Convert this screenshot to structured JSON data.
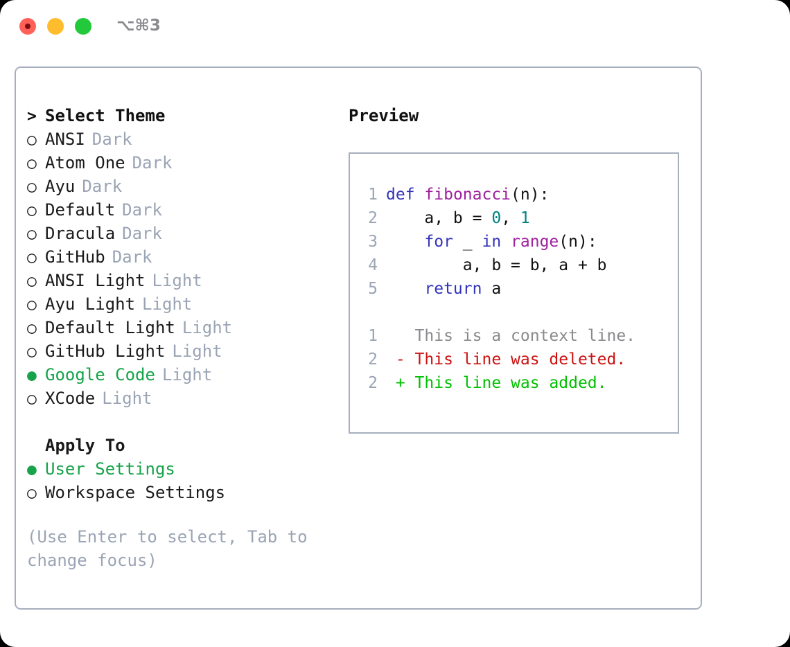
{
  "titlebar": {
    "shortcut": "⌥⌘3",
    "buttons": [
      {
        "name": "close",
        "color": "#ff6159"
      },
      {
        "name": "minimize",
        "color": "#ffbd2e"
      },
      {
        "name": "maximize",
        "color": "#22c93a"
      }
    ]
  },
  "colors": {
    "accent_green": "#16a34a",
    "muted": "#9aa4b4",
    "border": "#a7afbe",
    "diff_add": "#00c000",
    "diff_del": "#cc1111",
    "keyword": "#3333bb",
    "function": "#a020a0",
    "number": "#008080"
  },
  "theme_picker": {
    "prompt_marker": ">",
    "title": "Select Theme",
    "marker_unselected": "○",
    "marker_selected": "●",
    "items": [
      {
        "name": "ANSI",
        "variant": "Dark",
        "selected": false
      },
      {
        "name": "Atom One",
        "variant": "Dark",
        "selected": false
      },
      {
        "name": "Ayu",
        "variant": "Dark",
        "selected": false
      },
      {
        "name": "Default",
        "variant": "Dark",
        "selected": false
      },
      {
        "name": "Dracula",
        "variant": "Dark",
        "selected": false
      },
      {
        "name": "GitHub",
        "variant": "Dark",
        "selected": false
      },
      {
        "name": "ANSI Light",
        "variant": "Light",
        "selected": false
      },
      {
        "name": "Ayu Light",
        "variant": "Light",
        "selected": false
      },
      {
        "name": "Default Light",
        "variant": "Light",
        "selected": false
      },
      {
        "name": "GitHub Light",
        "variant": "Light",
        "selected": false
      },
      {
        "name": "Google Code",
        "variant": "Light",
        "selected": true
      },
      {
        "name": "XCode",
        "variant": "Light",
        "selected": false
      }
    ]
  },
  "apply_to": {
    "title": "Apply To",
    "items": [
      {
        "name": "User Settings",
        "selected": true
      },
      {
        "name": "Workspace Settings",
        "selected": false
      }
    ]
  },
  "hint": "(Use Enter to select, Tab to change focus)",
  "preview": {
    "title": "Preview",
    "code_lines": [
      {
        "lineno": "1",
        "tokens": [
          {
            "t": "def",
            "c": "kw"
          },
          {
            "t": " ",
            "c": "plain"
          },
          {
            "t": "fibonacci",
            "c": "fn"
          },
          {
            "t": "(n):",
            "c": "plain"
          }
        ]
      },
      {
        "lineno": "2",
        "tokens": [
          {
            "t": "    a, b = ",
            "c": "plain"
          },
          {
            "t": "0",
            "c": "num"
          },
          {
            "t": ", ",
            "c": "plain"
          },
          {
            "t": "1",
            "c": "num"
          }
        ]
      },
      {
        "lineno": "3",
        "tokens": [
          {
            "t": "    ",
            "c": "plain"
          },
          {
            "t": "for",
            "c": "kw"
          },
          {
            "t": " _ ",
            "c": "plain"
          },
          {
            "t": "in",
            "c": "kw"
          },
          {
            "t": " ",
            "c": "plain"
          },
          {
            "t": "range",
            "c": "fn"
          },
          {
            "t": "(n):",
            "c": "plain"
          }
        ]
      },
      {
        "lineno": "4",
        "tokens": [
          {
            "t": "        a, b = b, a + b",
            "c": "plain"
          }
        ]
      },
      {
        "lineno": "5",
        "tokens": [
          {
            "t": "    ",
            "c": "plain"
          },
          {
            "t": "return",
            "c": "kw"
          },
          {
            "t": " a",
            "c": "plain"
          }
        ]
      }
    ],
    "diff_lines": [
      {
        "lineno": "1",
        "sign": " ",
        "text": " This is a context line.",
        "kind": "ctx"
      },
      {
        "lineno": "2",
        "sign": "-",
        "text": " This line was deleted.",
        "kind": "del"
      },
      {
        "lineno": "2",
        "sign": "+",
        "text": " This line was added.",
        "kind": "add"
      }
    ]
  }
}
